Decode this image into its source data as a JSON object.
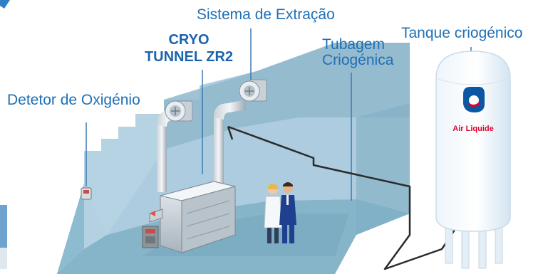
{
  "labels": {
    "extraction": "Sistema de Extração",
    "tunnel_line1": "CRYO",
    "tunnel_line2": "TUNNEL ZR2",
    "tubing_line1": "Tubagem",
    "tubing_line2": "Criogénica",
    "tank": "Tanque criogénico",
    "oxygen_detector": "Detetor de Oxigénio"
  },
  "tank_logo": {
    "brand": "Air Liquide",
    "brand_color": "#e4002b",
    "accent_color": "#0a57a4"
  },
  "colors": {
    "label_text": "#1f6fb5",
    "room_wall": "#a9c9dc",
    "room_floor": "#8fbfd2",
    "pipe": "#2b2b2b"
  },
  "icons": [
    "exhaust-fan-icon",
    "oxygen-detector-icon",
    "control-panel-icon",
    "technician-figure",
    "manager-figure"
  ]
}
